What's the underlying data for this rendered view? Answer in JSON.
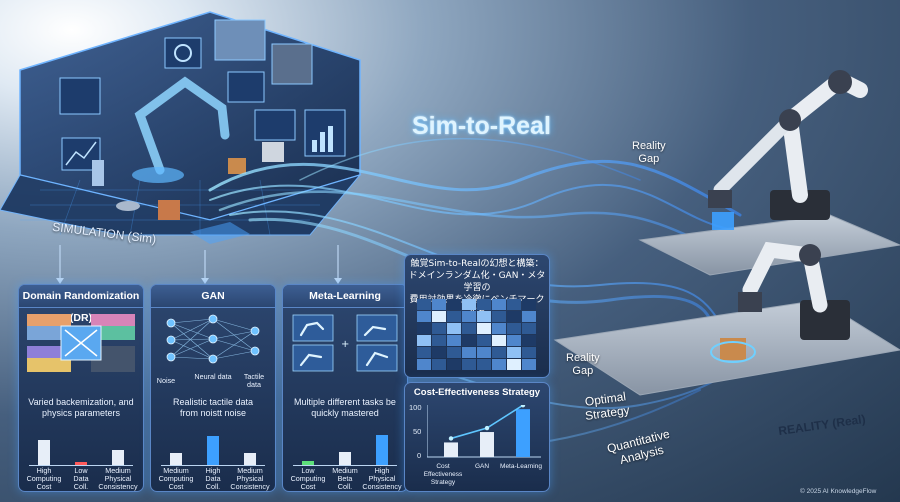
{
  "title": "Sim-to-Real",
  "sim_label": "SIMULATION (Sim)",
  "real_label": "REALITY (Real)",
  "gap_label_1": [
    "Reality",
    "Gap"
  ],
  "gap_label_2": [
    "Reality",
    "Gap"
  ],
  "optimal_label": [
    "Optimal",
    "Strategy"
  ],
  "quant_label": [
    "Quantitative",
    "Analysis"
  ],
  "copyright": "© 2025 AI KnowledgeFlow",
  "heatmap_title": [
    "触覚Sim-to-Realの幻想と構築：",
    "ドメインランダム化・GAN・メタ学習の",
    "費用対効果を冷徹にベンチマークする"
  ],
  "panels": [
    {
      "id": "dr",
      "title": "Domain Randomization (DR)",
      "description": [
        "Varied backemization, and",
        "physics parameters"
      ],
      "bars": [
        {
          "label": [
            "High",
            "Computing",
            "Cost"
          ],
          "value": 0.62,
          "color": "#e7eef8"
        },
        {
          "label": [
            "Low",
            "Data",
            "Coll."
          ],
          "value": 0.08,
          "color": "#ff5a5a"
        },
        {
          "label": [
            "Medium",
            "Physical",
            "Consistency"
          ],
          "value": 0.38,
          "color": "#e7eef8"
        }
      ]
    },
    {
      "id": "gan",
      "title": "GAN",
      "node_labels": [
        "Noise",
        "Neural data",
        "Tactile data"
      ],
      "description": [
        "Realistic tactile data",
        "from noistt noise"
      ],
      "bars": [
        {
          "label": [
            "Medium",
            "Computing",
            "Cost"
          ],
          "value": 0.3,
          "color": "#e7eef8"
        },
        {
          "label": [
            "High",
            "Data",
            "Coll."
          ],
          "value": 0.72,
          "color": "#3da0ff"
        },
        {
          "label": [
            "Medium",
            "Physical",
            "Consistency"
          ],
          "value": 0.3,
          "color": "#e7eef8"
        }
      ]
    },
    {
      "id": "meta",
      "title": "Meta-Learning",
      "description": [
        "Multiple different tasks be",
        "quickly mastered"
      ],
      "bars": [
        {
          "label": [
            "Low",
            "Computing",
            "Cost"
          ],
          "value": 0.1,
          "color": "#5de07a"
        },
        {
          "label": [
            "Medium",
            "Beta",
            "Coll."
          ],
          "value": 0.32,
          "color": "#e7eef8"
        },
        {
          "label": [
            "High",
            "Physical",
            "Consistency"
          ],
          "value": 0.76,
          "color": "#3da0ff"
        }
      ]
    }
  ],
  "cost_chart": {
    "title": "Cost-Effectiveness Strategy",
    "yticks": [
      "100",
      "50",
      "0"
    ],
    "categories": [
      {
        "label": [
          "Cost Effectiveness",
          "Strategy"
        ],
        "value": 28,
        "color": "#e7eef8"
      },
      {
        "label": [
          "GAN"
        ],
        "value": 48,
        "color": "#e7eef8"
      },
      {
        "label": [
          "Meta-Learning"
        ],
        "value": 92,
        "color": "#3da0ff"
      }
    ],
    "ymax": 100
  },
  "colors": {
    "accent": "#3da0ff",
    "glow": "#7fd0ff",
    "panel_border": "#5a86c6"
  }
}
